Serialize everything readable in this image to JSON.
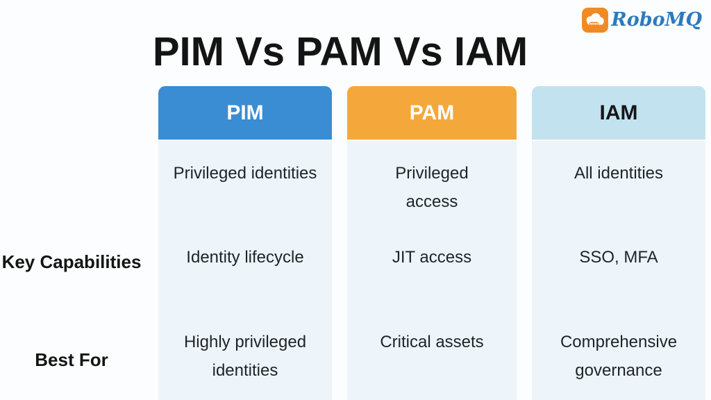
{
  "page": {
    "title": "PIM Vs PAM Vs IAM",
    "background_color": "#fcfdfe"
  },
  "brand": {
    "name": "RoboMQ",
    "icon": "cloud-robot-icon",
    "icon_bg_color": "#f08a24",
    "text_color": "#2b7abf"
  },
  "table": {
    "row_labels": [
      "Key Capabilities",
      "Best For"
    ],
    "body_bg_color": "#edf5fa",
    "columns": [
      {
        "id": "pim",
        "header": "PIM",
        "header_bg_color": "#3a8dd3",
        "header_text_color": "#ffffff",
        "cells": [
          "Privileged identities",
          "Identity lifecycle",
          "Highly privileged identities"
        ]
      },
      {
        "id": "pam",
        "header": "PAM",
        "header_bg_color": "#f4a83b",
        "header_text_color": "#ffffff",
        "cells": [
          "Privileged access",
          "JIT access",
          "Critical assets"
        ]
      },
      {
        "id": "iam",
        "header": "IAM",
        "header_bg_color": "#c3e2f0",
        "header_text_color": "#161616",
        "cells": [
          "All identities",
          "SSO, MFA",
          "Comprehensive governance"
        ]
      }
    ]
  }
}
